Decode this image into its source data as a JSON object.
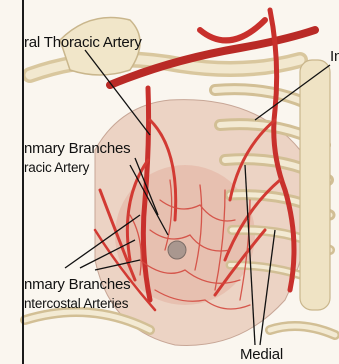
{
  "labels": {
    "lateral_thoracic_artery": "ral Thoracic Artery",
    "mammary_branches_1": "nmary Branches",
    "mammary_branches_2": "racic Artery",
    "mammary_intercostal_1": "nmary Branches",
    "mammary_intercostal_2": "ntercostal Arteries",
    "medial": "Medial",
    "right_cut": "In"
  },
  "colors": {
    "artery": "#c8302c",
    "artery_light": "#e0544a",
    "bone": "#efe3c4",
    "bone_shade": "#c9b68c",
    "tissue": "#e9c7b9",
    "leader": "#111111"
  }
}
